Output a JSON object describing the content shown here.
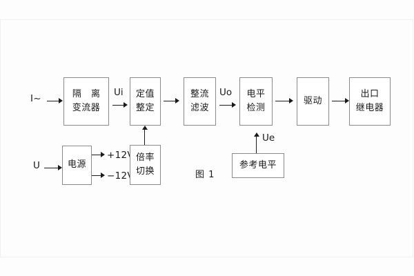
{
  "figure": {
    "caption": "图 1",
    "blocks": [
      {
        "id": "isolation-ct",
        "line1": "隔 离",
        "line2": "变流器"
      },
      {
        "id": "setting-value",
        "line1": "定值",
        "line2": "整定"
      },
      {
        "id": "rectifier-filter",
        "line1": "整流",
        "line2": "滤波"
      },
      {
        "id": "level-detection",
        "line1": "电平",
        "line2": "检测"
      },
      {
        "id": "driver",
        "line1": "驱动",
        "line2": ""
      },
      {
        "id": "output-relay",
        "line1": "出口",
        "line2": "继电器"
      },
      {
        "id": "power-supply",
        "line1": "电源",
        "line2": ""
      },
      {
        "id": "ratio-switch",
        "line1": "倍率",
        "line2": "切换"
      },
      {
        "id": "reference-level",
        "line1": "参考电平",
        "line2": ""
      }
    ],
    "signals": {
      "input_current": "I~",
      "input_voltage": "U",
      "ui": "Ui",
      "uo": "Uo",
      "ue": "Ue",
      "rail_positive": "+12V",
      "rail_negative": "−12V"
    }
  }
}
